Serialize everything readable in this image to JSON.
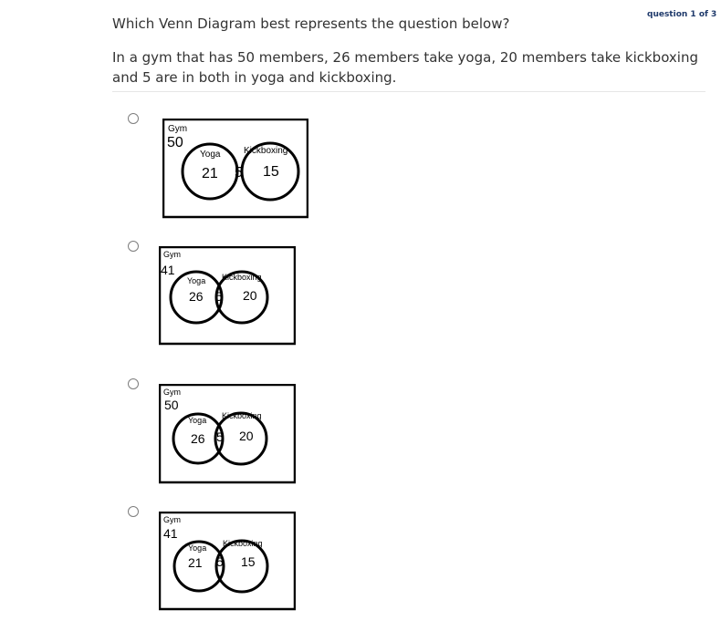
{
  "header": {
    "question_counter": "question 1 of 3"
  },
  "question": {
    "title": "Which Venn Diagram best represents the question below?",
    "body": "In a gym that has 50 members, 26 members take yoga, 20 members take kickboxing and 5 are in both in yoga and kickboxing."
  },
  "options": [
    {
      "gym_label": "Gym",
      "gym_total": "50",
      "left_label": "Yoga",
      "right_label": "Kickboxing",
      "left_only": "21",
      "overlap": "5",
      "right_only": "15"
    },
    {
      "gym_label": "Gym",
      "gym_total": "41",
      "left_label": "Yoga",
      "right_label": "Kickboxing",
      "left_only": "26",
      "overlap": "5",
      "right_only": "20"
    },
    {
      "gym_label": "Gym",
      "gym_total": "50",
      "left_label": "Yoga",
      "right_label": "Kickboxing",
      "left_only": "26",
      "overlap": "5",
      "right_only": "20"
    },
    {
      "gym_label": "Gym",
      "gym_total": "41",
      "left_label": "Yoga",
      "right_label": "Kickboxing",
      "left_only": "21",
      "overlap": "5",
      "right_only": "15"
    }
  ]
}
